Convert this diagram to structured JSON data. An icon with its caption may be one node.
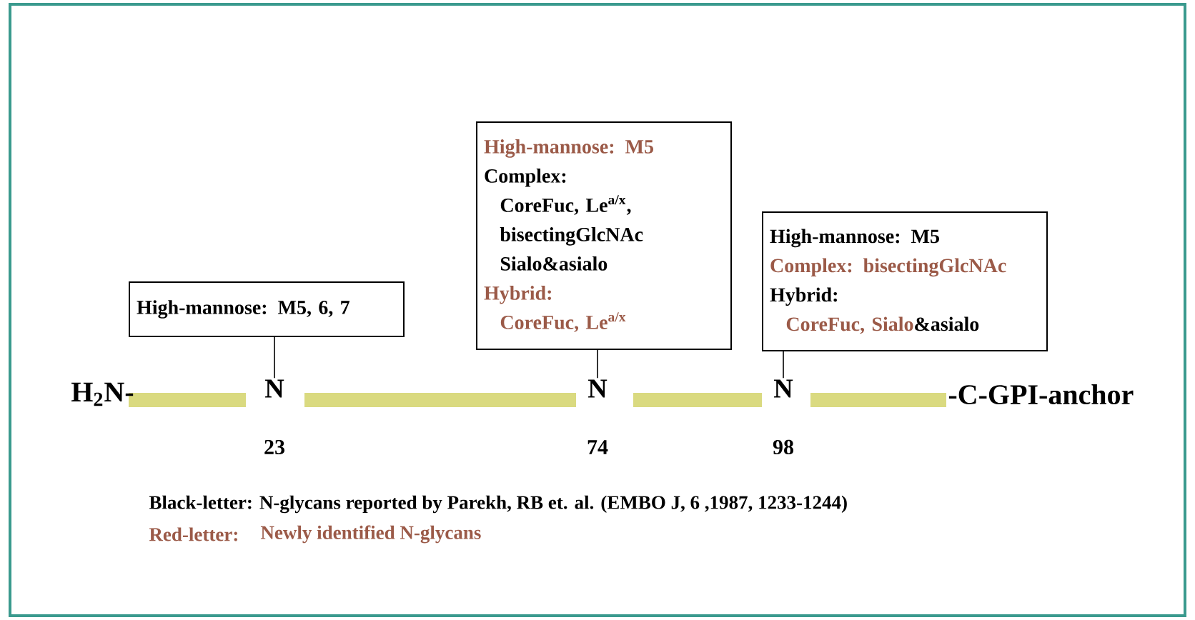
{
  "diagram": {
    "nodes": [
      {
        "text": [
          "High-mannose: M5, 6, 7"
        ]
      },
      {
        "text": [
          "High-mannose: M5",
          "Complex:",
          "CoreFuc, Le$^{a/x}$,",
          "bisectingGlcNAc",
          "Sialo&asialo",
          "Hybrid:",
          "CoreFuc, Le$^{a/x}$"
        ]
      },
      {
        "text": [
          "High-mannose: M5",
          "Complex: bisectingGlcNAc",
          "Hybrid:",
          "CoreFuc, Sialo",
          "&asialo"
        ]
      },
      {
        "text": [
          "N"
        ],
        "beside": [
          "23"
        ]
      },
      {
        "text": [
          "N"
        ],
        "beside": [
          "74"
        ]
      },
      {
        "text": [
          "N"
        ],
        "beside": [
          "98"
        ]
      }
    ],
    "edges": [
      {
        "from": 0,
        "to": 3,
        "arrow": "none"
      },
      {
        "from": 1,
        "to": 4,
        "arrow": "none"
      },
      {
        "from": 2,
        "to": 5,
        "arrow": "none"
      }
    ],
    "labels": [
      "H$_{2}$N-",
      "-C-GPI-anchor",
      "Black-letter: N-glycans reported by Parekh, RB et. al. (EMBO J, 6 ,1987, 1233-1244)",
      "Red-letter:",
      "Newly identified N-glycans"
    ]
  }
}
